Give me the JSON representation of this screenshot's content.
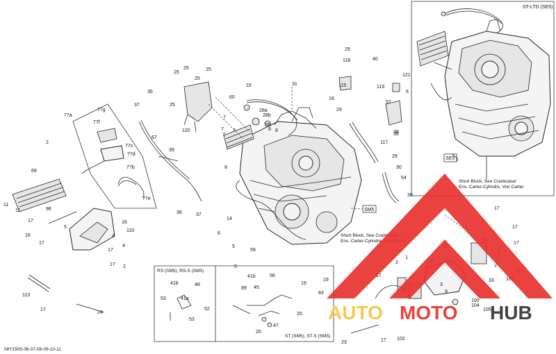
{
  "diagram": {
    "doc_code": "08Y1505-06-07-08-09-10-11",
    "inset_title": "ST-LTD (SE5)",
    "inset_tag": "SE5",
    "sm5_tag": "SM5",
    "note_inset_1": "Short Block, See Crankcase/",
    "note_inset_2": "Ens. Carter-Cylindre, Voir Carter",
    "note_main_1": "Short Block, See Crankcase/",
    "note_main_2": "Ens. Carter-Cylindre, Voir Carter",
    "box_left_title": "RS (SM5), RS-S (SM5)",
    "box_right_title": "ST (SM5), ST-S (SM5)"
  },
  "watermark": {
    "auto": "AUTO",
    "moto": "MOTO",
    "hub": "HUB",
    "color_red": "#e8322f",
    "color_gold": "#f2c64b",
    "color_dark": "#333333"
  },
  "callouts": [
    "2",
    "69",
    "11",
    "11",
    "17",
    "96",
    "16",
    "17",
    "110",
    "16",
    "5",
    "4",
    "17",
    "17",
    "113",
    "2",
    "17",
    "24",
    "77a",
    "77g",
    "77f",
    "77c",
    "77d",
    "77b",
    "77e",
    "36",
    "37",
    "67",
    "39",
    "36",
    "37",
    "38",
    "25",
    "25",
    "25",
    "25",
    "120",
    "7",
    "7",
    "7",
    "8",
    "8",
    "60",
    "10",
    "28a",
    "28b",
    "55",
    "31",
    "8",
    "29",
    "118",
    "40",
    "115",
    "18",
    "29",
    "119",
    "121",
    "57",
    "6",
    "38",
    "117",
    "29",
    "30",
    "54",
    "30",
    "14",
    "6",
    "5",
    "59",
    "41b",
    "48",
    "41a",
    "52",
    "53",
    "53",
    "89",
    "45",
    "47",
    "20",
    "19",
    "83",
    "19",
    "20",
    "41b",
    "56",
    "17",
    "56",
    "103",
    "17",
    "17",
    "1",
    "12",
    "107",
    "1",
    "33",
    "106",
    "100",
    "104",
    "105",
    "17",
    "102",
    "23",
    "17",
    "4",
    "9",
    "3",
    "12",
    "2",
    "7",
    "25",
    "5"
  ]
}
